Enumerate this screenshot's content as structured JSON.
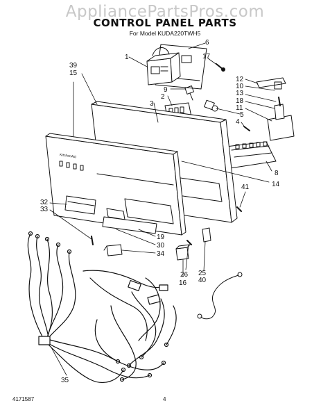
{
  "watermark": "AppliancePartsPros.com",
  "title": "CONTROL PANEL PARTS",
  "subtitle": "For Model KUDA220TWH5",
  "footer": {
    "doc_number": "4171587",
    "page_number": "4"
  },
  "panel_lettering": "KitchenAid",
  "callouts": [
    "1",
    "2",
    "3",
    "4",
    "5",
    "6",
    "8",
    "9",
    "10",
    "11",
    "12",
    "13",
    "14",
    "15",
    "16",
    "17",
    "18",
    "19",
    "25",
    "26",
    "30",
    "32",
    "33",
    "34",
    "35",
    "39",
    "40",
    "41"
  ]
}
